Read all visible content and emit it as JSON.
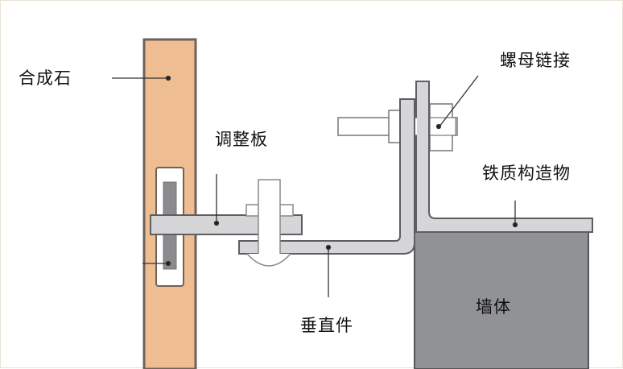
{
  "diagram": {
    "type": "curtain-wall stone anchor connection diagram",
    "labels": {
      "stone": "合成石",
      "adjust_plate": "调整板",
      "nut_connection": "螺母链接",
      "iron_structure": "铁质构造物",
      "vertical_piece": "垂直件",
      "wall": "墙体"
    },
    "colors": {
      "stone_fill": "#eebd92",
      "stone_edge": "#6f6258",
      "metal_fill": "#d6d6d8",
      "metal_edge": "#5e5e60",
      "wall_fill": "#919295",
      "slot_bar": "#8b8b8e",
      "leader": "#333333"
    }
  }
}
